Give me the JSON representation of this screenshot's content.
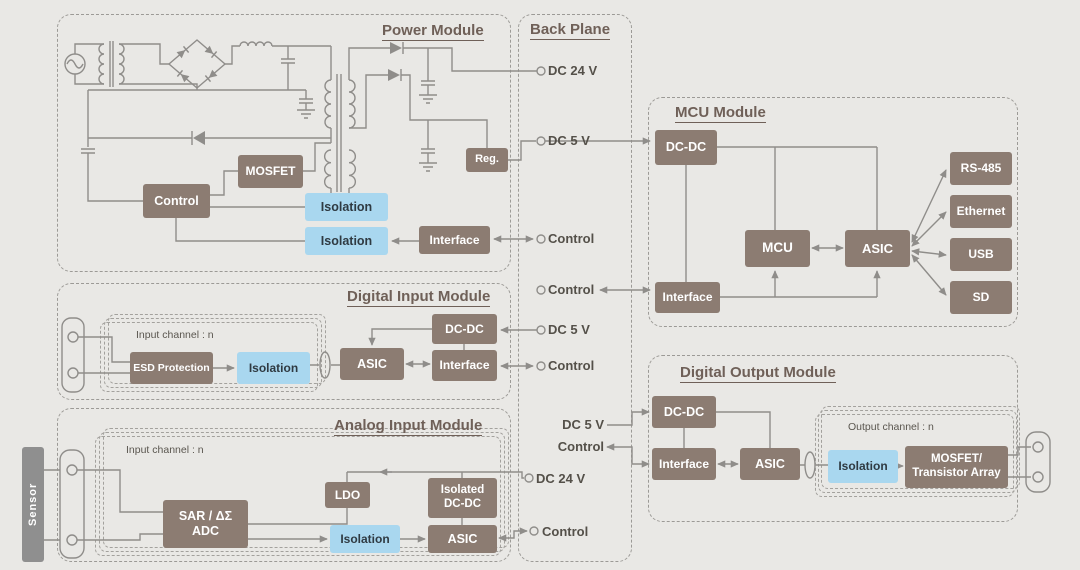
{
  "colors": {
    "background": "#e9e8e5",
    "block": "#8c7c72",
    "block_text": "#ffffff",
    "isolation_block": "#a9d7ef",
    "isolation_text": "#2f3a42",
    "title_text": "#6f6058",
    "backplane_text": "#545049",
    "line": "#8f8d8a",
    "dashed_border": "#9c9a96",
    "sensor_block": "#8f8f8f"
  },
  "modules": {
    "power": {
      "title": "Power Module",
      "blocks": {
        "mosfet": "MOSFET",
        "control": "Control",
        "isolation_top": "Isolation",
        "isolation_bottom": "Isolation",
        "interface": "Interface",
        "reg": "Reg."
      }
    },
    "backplane": {
      "title": "Back Plane",
      "labels": {
        "dc24_power": "DC 24 V",
        "dc5_power": "DC 5 V",
        "control_power": "Control",
        "control_mcu": "Control",
        "dc5_digital_input": "DC 5 V",
        "control_digital_input": "Control",
        "dc5_digital_output": "DC 5 V",
        "control_digital_output": "Control",
        "dc24_analog_input": "DC 24 V",
        "control_analog_input": "Control"
      }
    },
    "mcu": {
      "title": "MCU Module",
      "blocks": {
        "dcdc": "DC-DC",
        "mcu": "MCU",
        "asic": "ASIC",
        "interface": "Interface",
        "rs485": "RS-485",
        "ethernet": "Ethernet",
        "usb": "USB",
        "sd": "SD"
      }
    },
    "digital_input": {
      "title": "Digital Input Module",
      "channel_label": "Input channel : n",
      "blocks": {
        "esd": "ESD Protection",
        "isolation": "Isolation",
        "asic": "ASIC",
        "dcdc": "DC-DC",
        "interface": "Interface"
      }
    },
    "analog_input": {
      "title": "Analog Input Module",
      "sensor_label": "Sensor",
      "channel_label": "Input channel : n",
      "blocks": {
        "adc_line1": "SAR / ΔΣ",
        "adc_line2": "ADC",
        "ldo": "LDO",
        "isolation": "Isolation",
        "iso_dcdc_line1": "Isolated",
        "iso_dcdc_line2": "DC-DC",
        "asic": "ASIC"
      }
    },
    "digital_output": {
      "title": "Digital Output Module",
      "channel_label": "Output channel : n",
      "blocks": {
        "dcdc": "DC-DC",
        "interface": "Interface",
        "asic": "ASIC",
        "isolation": "Isolation",
        "driver_line1": "MOSFET/",
        "driver_line2": "Transistor Array"
      }
    }
  }
}
